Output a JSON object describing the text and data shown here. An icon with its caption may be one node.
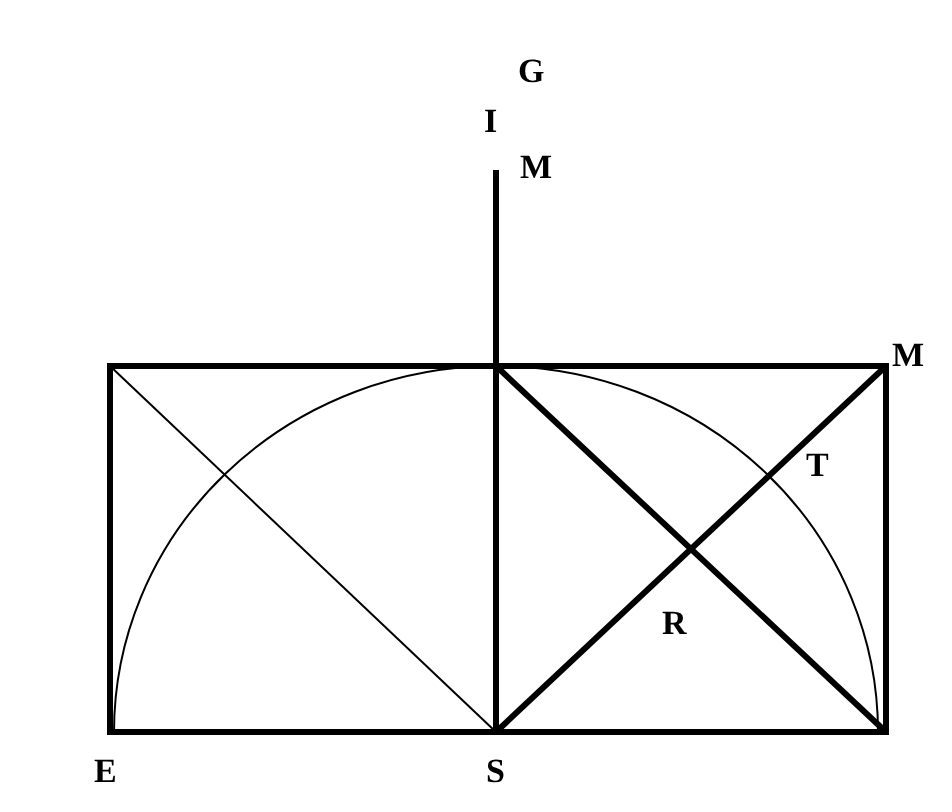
{
  "diagram": {
    "labels": [
      "G",
      "I",
      "M",
      "M",
      "T",
      "R",
      "E",
      "S"
    ]
  }
}
